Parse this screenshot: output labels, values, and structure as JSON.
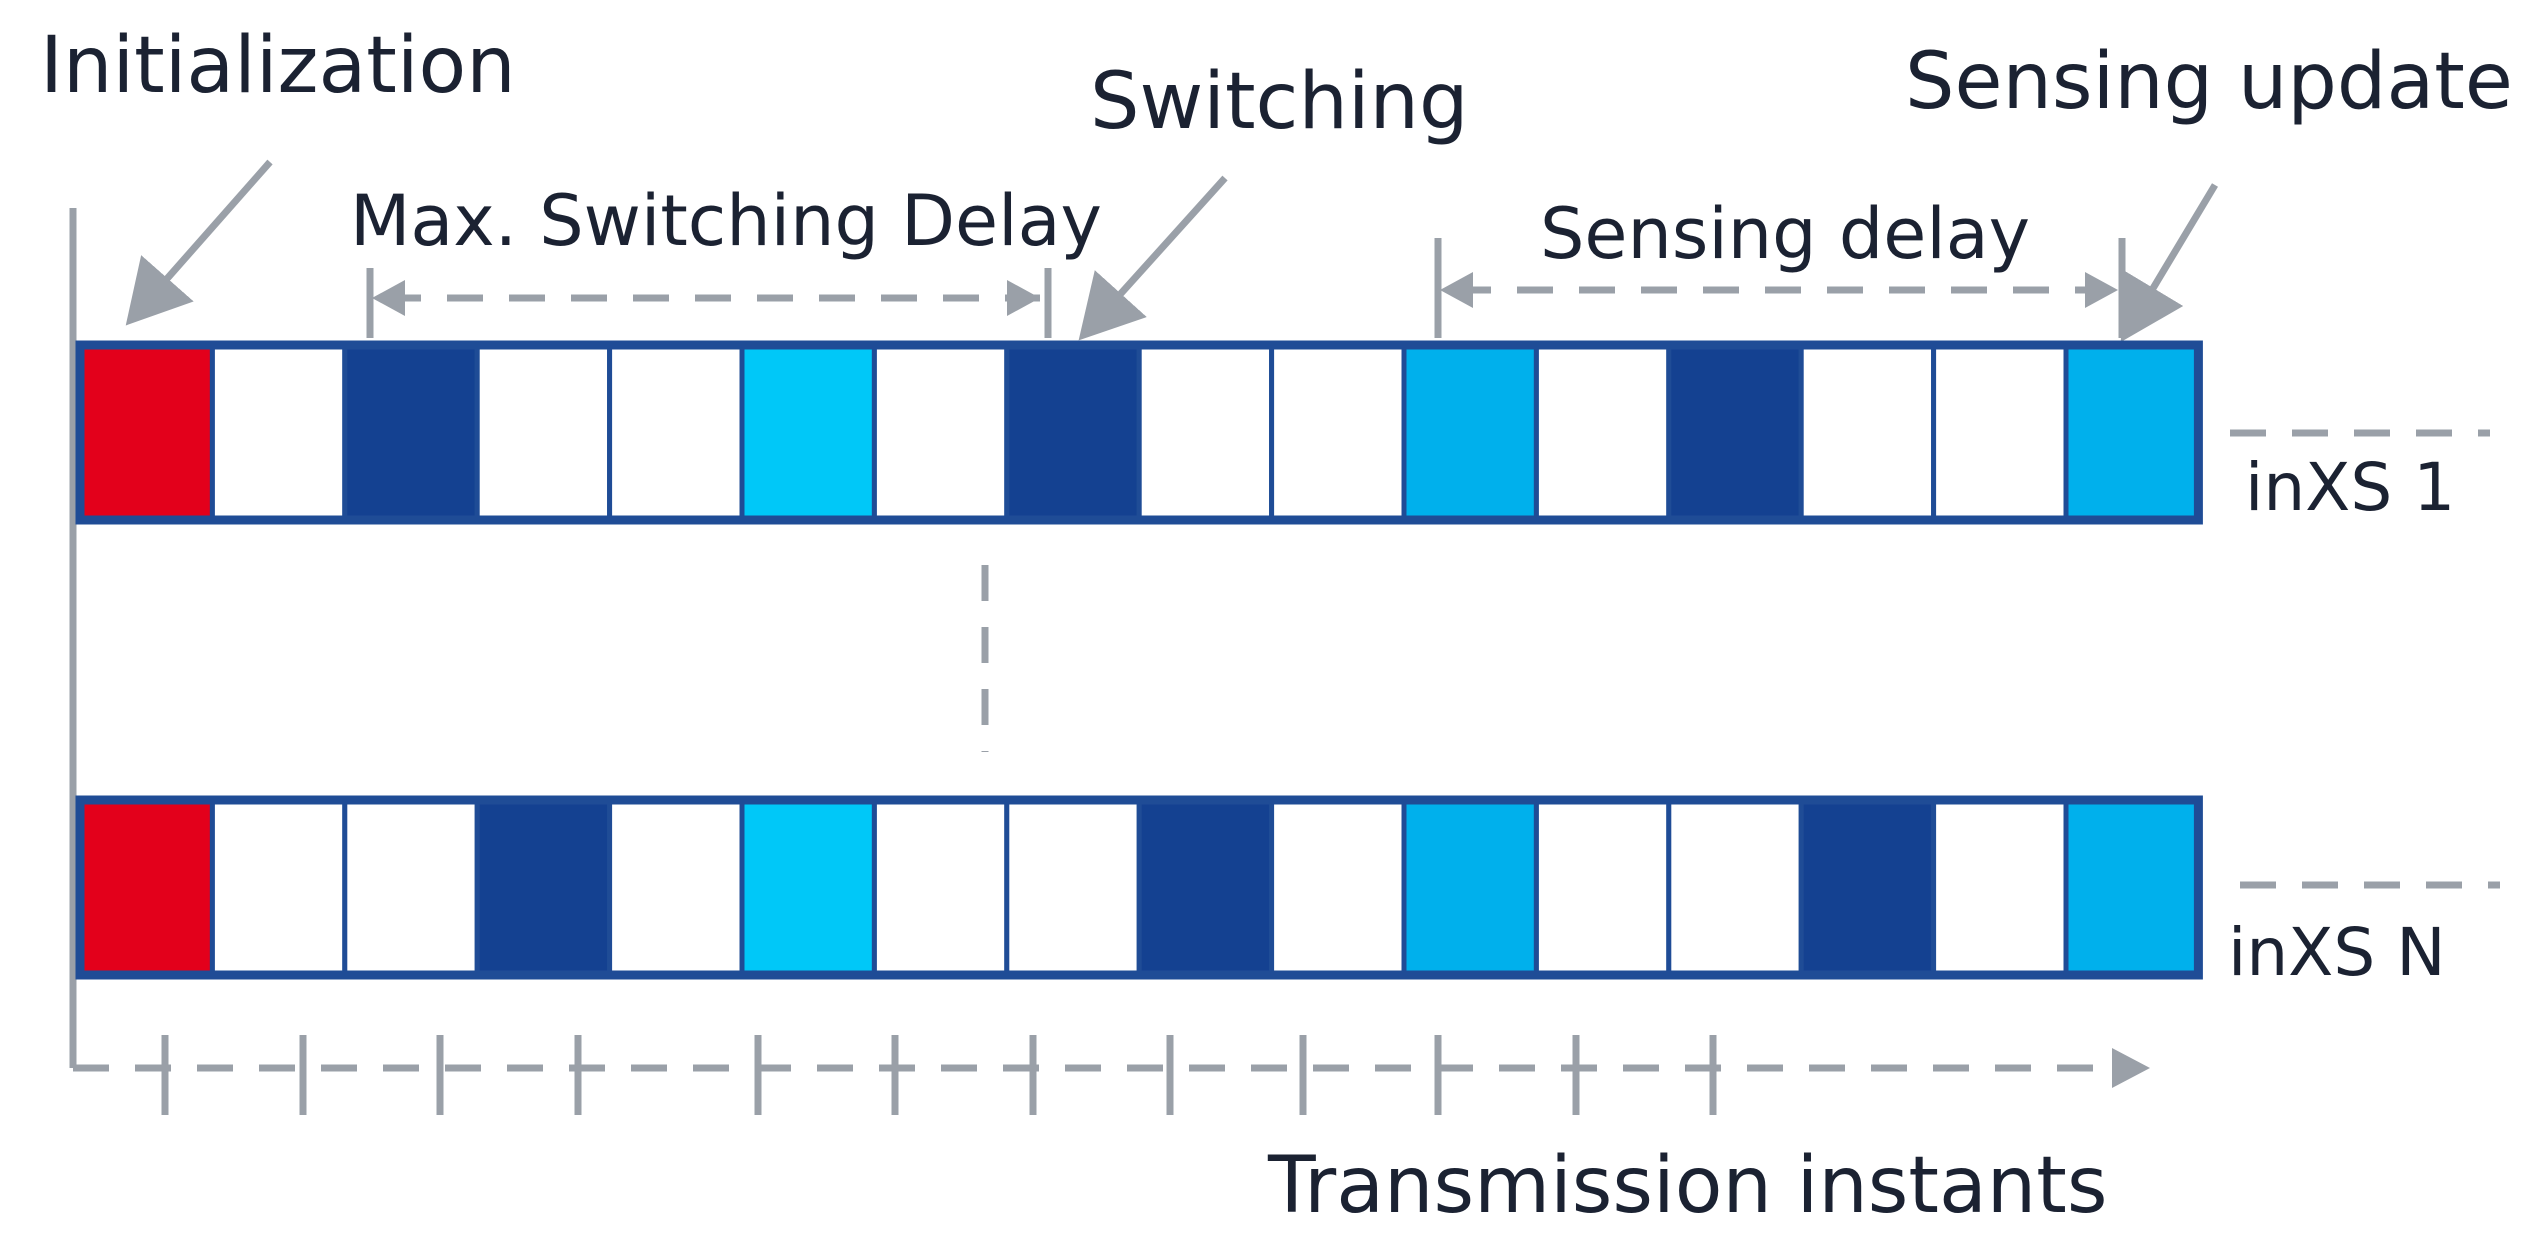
{
  "labels": {
    "initialization": "Initialization",
    "switching": "Switching",
    "sensing_update": "Sensing update",
    "max_switching_delay": "Max. Switching Delay",
    "sensing_delay": "Sensing delay",
    "transmission_instants": "Transmission instants"
  },
  "rows": [
    {
      "label": "inXS 1",
      "slots": [
        "red",
        "white",
        "navy",
        "white",
        "white",
        "cyan",
        "white",
        "navy",
        "white",
        "white",
        "sky",
        "white",
        "navy",
        "white",
        "white",
        "sky"
      ]
    },
    {
      "label": "inXS N",
      "slots": [
        "red",
        "white",
        "white",
        "navy",
        "white",
        "cyan",
        "white",
        "white",
        "navy",
        "white",
        "sky",
        "white",
        "white",
        "navy",
        "white",
        "sky"
      ]
    }
  ],
  "colors": {
    "red": "#e3001b",
    "white": "#ffffff",
    "navy": "#144191",
    "cyan": "#00c8f8",
    "sky": "#00b0ec",
    "border": "#1f4c96",
    "guide": "#9aa0a8"
  }
}
